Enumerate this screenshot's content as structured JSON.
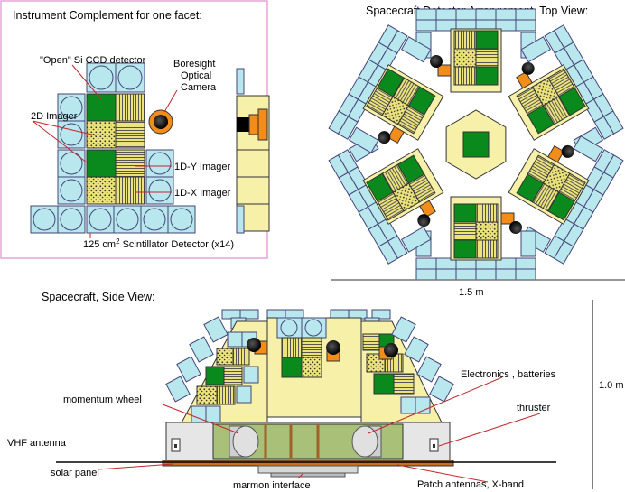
{
  "panels": {
    "facet": {
      "title": "Instrument Complement for one facet:",
      "labels": {
        "ccd": "\"Open\" Si CCD detector",
        "boresight1": "Boresight",
        "boresight2": "Optical",
        "boresight3": "Camera",
        "imager2d": "2D Imager",
        "imager1dy": "1D-Y Imager",
        "imager1dx": "1D-X Imager",
        "scint_pre": "125 cm",
        "scint_sup": "2",
        "scint_post": " Scintillator Detector (x14)"
      }
    },
    "top": {
      "title": "Spacecraft Detector Arrangement, Top View:",
      "dimension": "1.5 m"
    },
    "side": {
      "title": "Spacecraft, Side View:",
      "dimension": "1.0 m",
      "labels": {
        "momentum": "momentum wheel",
        "electronics": "Electronics , batteries",
        "thruster": "thruster",
        "vhf": "VHF antenna",
        "solar": "solar panel",
        "marmon": "marmon interface",
        "patch": "Patch antennas, X-band"
      }
    }
  },
  "colors": {
    "scintillator": "#b8e8ee",
    "ccd": "#0a8a1c",
    "imager": "#ece37a",
    "camera_body": "#f28c1a",
    "frame": "#e7a3d7",
    "leader": "#c0272d",
    "panel": "#f6f0a8",
    "electronics": "#a8c078",
    "solar": "#c8701e"
  }
}
